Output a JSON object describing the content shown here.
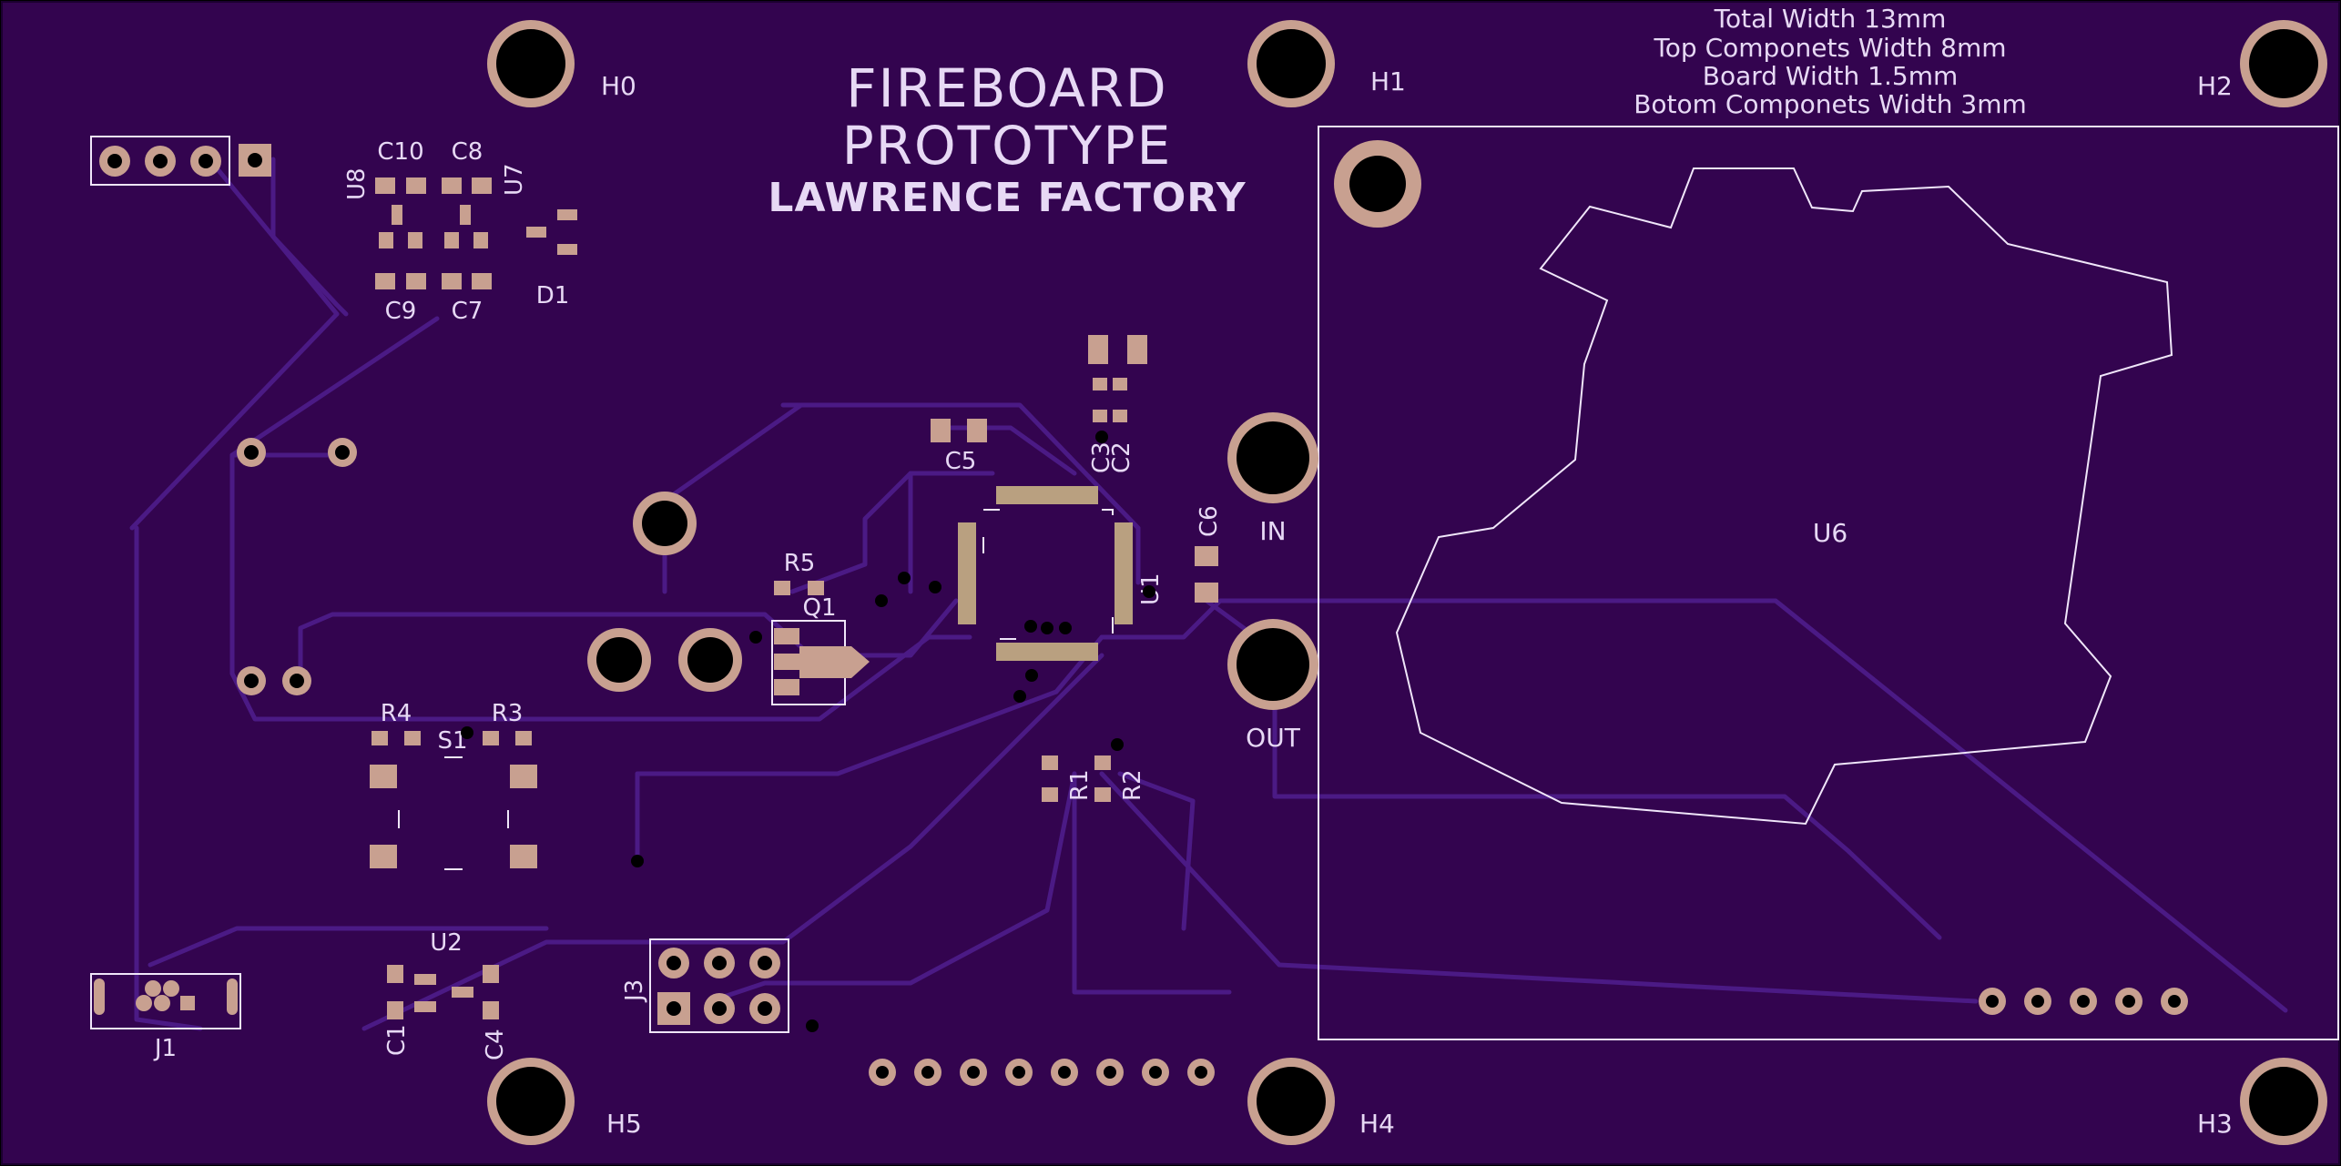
{
  "board": {
    "title_line1": "FIREBOARD",
    "title_line2": "PROTOTYPE",
    "title_line3": "LAWRENCE FACTORY",
    "notes": [
      "Total Width 13mm",
      "Top Componets Width 8mm",
      "Board Width 1.5mm",
      "Botom Componets Width 3mm"
    ],
    "colors": {
      "board": "#33044f",
      "trace": "#4b1a85",
      "pad": "#c8a090",
      "silkscreen": "#f0e6fa",
      "drill": "#000000"
    }
  },
  "mounting_holes": {
    "h0": "H0",
    "h1": "H1",
    "h2": "H2",
    "h3": "H3",
    "h4": "H4",
    "h5": "H5"
  },
  "connectors": {
    "in_label": "IN",
    "out_label": "OUT",
    "j1": "J1",
    "j3": "J3"
  },
  "components": {
    "c10": "C10",
    "c8": "C8",
    "c9": "C9",
    "c7": "C7",
    "u8": "U8",
    "u7": "U7",
    "d1": "D1",
    "c5": "C5",
    "c3": "C3",
    "c2": "C2",
    "c6": "C6",
    "u1": "U1",
    "r5": "R5",
    "q1": "Q1",
    "r4": "R4",
    "s1": "S1",
    "r3": "R3",
    "r1": "R1",
    "r2": "R2",
    "u2": "U2",
    "c1": "C1",
    "c4": "C4",
    "u6": "U6"
  }
}
